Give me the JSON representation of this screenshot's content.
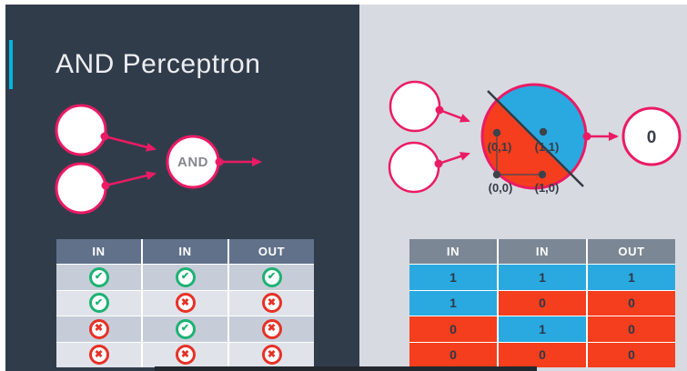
{
  "title": "AND Perceptron",
  "left": {
    "gate_label": "AND",
    "table": {
      "headers": [
        "IN",
        "IN",
        "OUT"
      ],
      "rows": [
        [
          "check",
          "check",
          "check"
        ],
        [
          "check",
          "cross",
          "cross"
        ],
        [
          "cross",
          "check",
          "cross"
        ],
        [
          "cross",
          "cross",
          "cross"
        ]
      ]
    }
  },
  "right": {
    "points": {
      "p01": "(0,1)",
      "p11": "(1,1)",
      "p00": "(0,0)",
      "p10": "(1,0)"
    },
    "output_value": "0",
    "table": {
      "headers": [
        "IN",
        "IN",
        "OUT"
      ],
      "rows": [
        {
          "values": [
            "1",
            "1",
            "1"
          ],
          "colors": [
            "blue",
            "blue",
            "blue"
          ]
        },
        {
          "values": [
            "1",
            "0",
            "0"
          ],
          "colors": [
            "blue",
            "red",
            "red"
          ]
        },
        {
          "values": [
            "0",
            "1",
            "0"
          ],
          "colors": [
            "red",
            "blue",
            "red"
          ]
        },
        {
          "values": [
            "0",
            "0",
            "0"
          ],
          "colors": [
            "red",
            "red",
            "red"
          ]
        }
      ]
    }
  },
  "colors": {
    "accent_pink": "#ea1b64",
    "region_blue": "#2aa9e0",
    "region_red": "#f43e1d",
    "panel_navy": "#313c4b",
    "panel_gray": "#d8dae1",
    "check_green": "#1db273",
    "cross_red": "#e63127",
    "title_accent_cyan": "#00b5dc"
  }
}
